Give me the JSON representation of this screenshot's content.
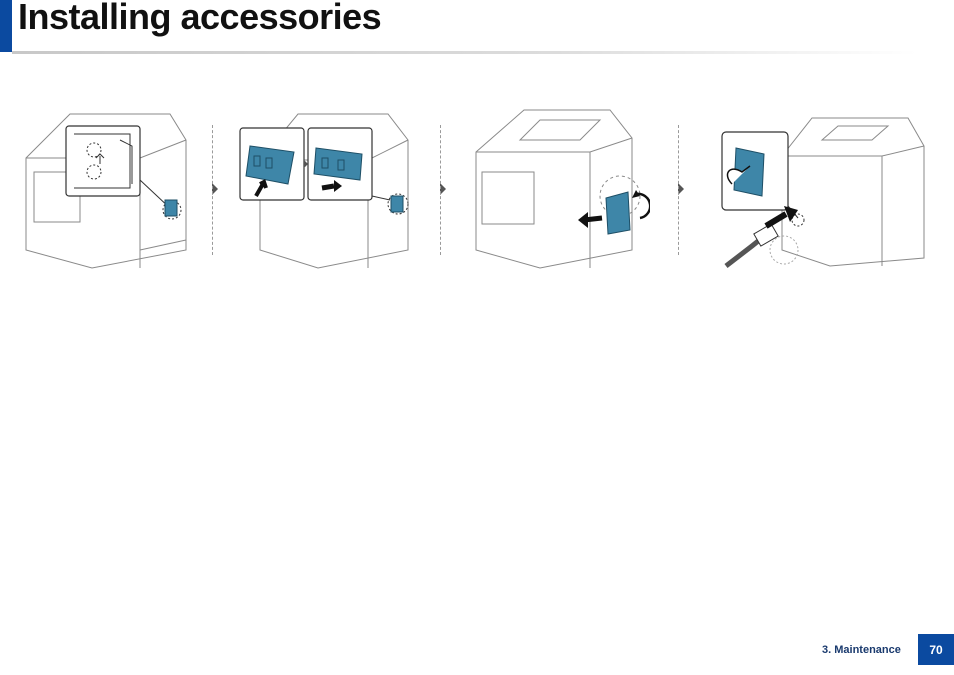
{
  "header": {
    "title": "Installing accessories"
  },
  "illustration": {
    "steps": [
      {
        "icon": "printer-remove-side-cover-icon"
      },
      {
        "icon": "memory-module-insert-icon"
      },
      {
        "icon": "printer-replace-cover-icon"
      },
      {
        "icon": "power-cord-connect-icon"
      }
    ],
    "accent_color": "#3e86a8"
  },
  "footer": {
    "section": "3. Maintenance",
    "page_number": "70"
  }
}
